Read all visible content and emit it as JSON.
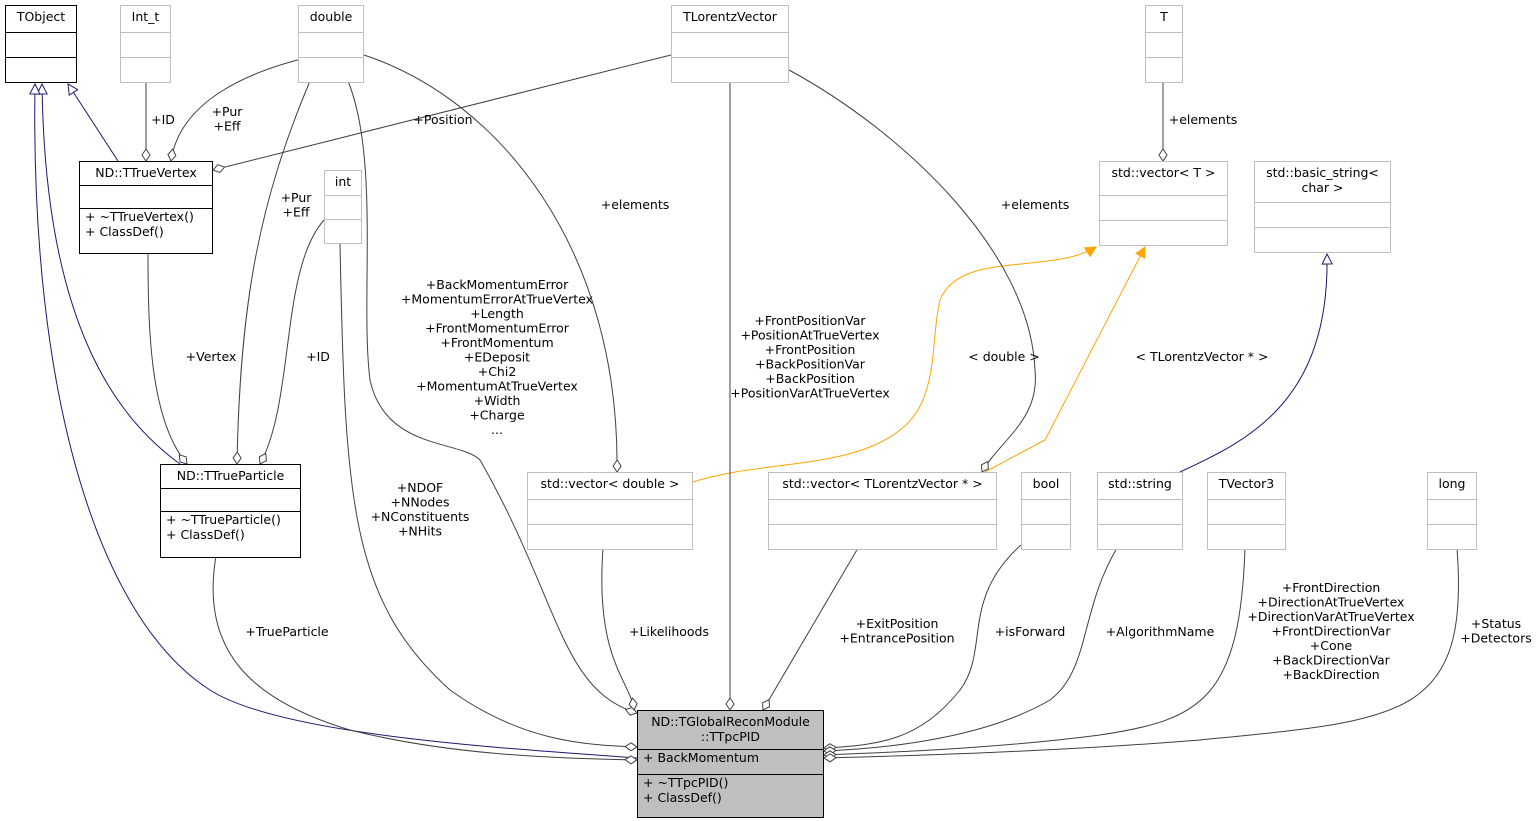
{
  "nodes": {
    "tobject": {
      "title": [
        "TObject"
      ],
      "attrs": [],
      "methods": []
    },
    "int_t": {
      "title": [
        "Int_t"
      ],
      "attrs": [],
      "methods": []
    },
    "double": {
      "title": [
        "double"
      ],
      "attrs": [],
      "methods": []
    },
    "tlorentzvector": {
      "title": [
        "TLorentzVector"
      ],
      "attrs": [],
      "methods": []
    },
    "t": {
      "title": [
        "T"
      ],
      "attrs": [],
      "methods": []
    },
    "truevertex": {
      "title": [
        "ND::TTrueVertex"
      ],
      "attrs": [],
      "methods": [
        "+ ~TTrueVertex()",
        "+ ClassDef()"
      ]
    },
    "int": {
      "title": [
        "int"
      ],
      "attrs": [],
      "methods": []
    },
    "vector_t": {
      "title": [
        "std::vector< T >"
      ],
      "attrs": [],
      "methods": []
    },
    "basic_string": {
      "title": [
        "std::basic_string<",
        "char >"
      ],
      "attrs": [],
      "methods": []
    },
    "trueparticle": {
      "title": [
        "ND::TTrueParticle"
      ],
      "attrs": [],
      "methods": [
        "+ ~TTrueParticle()",
        "+ ClassDef()"
      ]
    },
    "vector_double": {
      "title": [
        "std::vector< double >"
      ],
      "attrs": [],
      "methods": []
    },
    "vector_tlv": {
      "title": [
        "std::vector< TLorentzVector * >"
      ],
      "attrs": [],
      "methods": []
    },
    "bool": {
      "title": [
        "bool"
      ],
      "attrs": [],
      "methods": []
    },
    "string": {
      "title": [
        "std::string"
      ],
      "attrs": [],
      "methods": []
    },
    "tvector3": {
      "title": [
        "TVector3"
      ],
      "attrs": [],
      "methods": []
    },
    "long": {
      "title": [
        "long"
      ],
      "attrs": [],
      "methods": []
    },
    "main": {
      "title": [
        "ND::TGlobalReconModule",
        "::TTpcPID"
      ],
      "attrs": [
        "+ BackMomentum"
      ],
      "methods": [
        "+ ~TTpcPID()",
        "+ ClassDef()"
      ]
    }
  },
  "edge_labels": {
    "intt_vertex": [
      "+ID"
    ],
    "double_vertex": [
      "+Pur",
      "+Eff"
    ],
    "tlv_vertex": [
      "+Position"
    ],
    "double_particle": [
      "+Pur",
      "+Eff"
    ],
    "double_vecdouble": [
      "+elements"
    ],
    "tlv_vectlv": [
      "+elements"
    ],
    "t_vect": [
      "+elements"
    ],
    "vertex_particle": [
      "+Vertex"
    ],
    "int_particle": [
      "+ID"
    ],
    "double_main": [
      "+BackMomentumError",
      "+MomentumErrorAtTrueVertex",
      "+Length",
      "+FrontMomentumError",
      "+FrontMomentum",
      "+EDeposit",
      "+Chi2",
      "+MomentumAtTrueVertex",
      "+Width",
      "+Charge",
      "..."
    ],
    "tlv_main": [
      "+FrontPositionVar",
      "+PositionAtTrueVertex",
      "+FrontPosition",
      "+BackPositionVar",
      "+BackPosition",
      "+PositionVarAtTrueVertex"
    ],
    "tmpl_double": [
      "< double >"
    ],
    "tmpl_tlv": [
      "< TLorentzVector * >"
    ],
    "int_main": [
      "+NDOF",
      "+NNodes",
      "+NConstituents",
      "+NHits"
    ],
    "particle_main": [
      "+TrueParticle"
    ],
    "vecdouble_main": [
      "+Likelihoods"
    ],
    "vectlv_main": [
      "+ExitPosition",
      "+EntrancePosition"
    ],
    "bool_main": [
      "+isForward"
    ],
    "string_main": [
      "+AlgorithmName"
    ],
    "tvector3_main": [
      "+FrontDirection",
      "+DirectionAtTrueVertex",
      "+DirectionVarAtTrueVertex",
      "+FrontDirectionVar",
      "+Cone",
      "+BackDirectionVar",
      "+BackDirection"
    ],
    "long_main": [
      "+Status",
      "+Detectors"
    ]
  },
  "colors": {
    "inheritance": "#191970",
    "usage": "#404040",
    "template": "#ffa500",
    "focus_fill": "#bfbfbf",
    "node_border": "#bfbfbf"
  }
}
